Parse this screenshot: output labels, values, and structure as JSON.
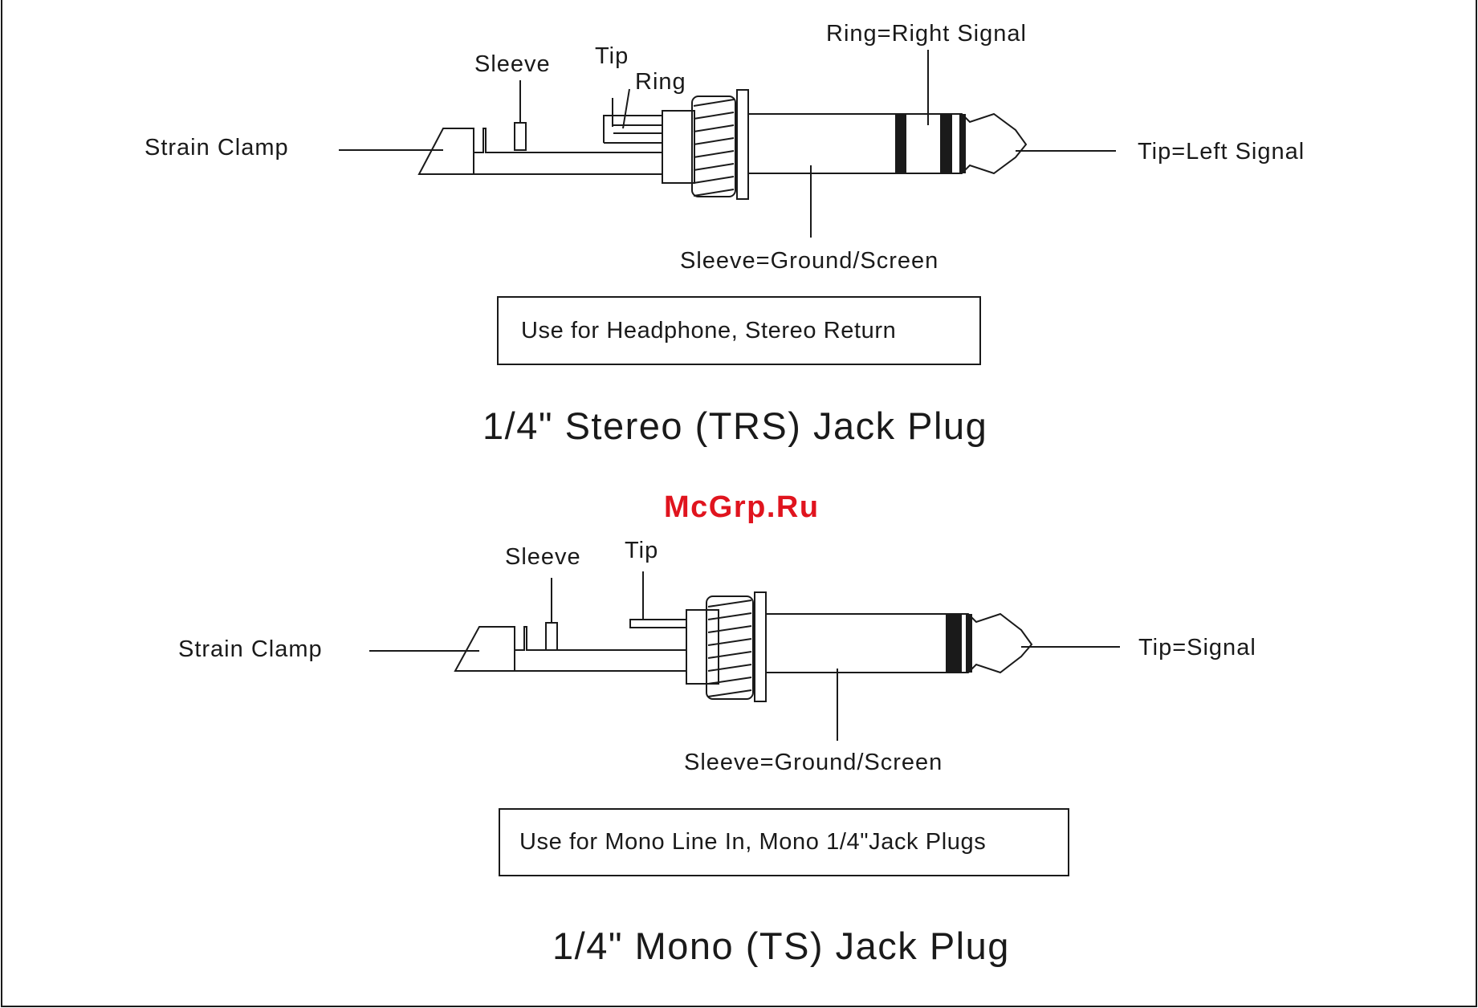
{
  "watermark": "McGrp.Ru",
  "stereo": {
    "labels": {
      "strain_clamp": "Strain Clamp",
      "sleeve": "Sleeve",
      "tip": "Tip",
      "ring": "Ring",
      "ring_right": "Ring=Right Signal",
      "tip_left": "Tip=Left Signal",
      "sleeve_ground": "Sleeve=Ground/Screen"
    },
    "use_for": "Use for  Headphone, Stereo Return",
    "title": "1/4\" Stereo (TRS) Jack Plug"
  },
  "mono": {
    "labels": {
      "strain_clamp": "Strain Clamp",
      "sleeve": "Sleeve",
      "tip": "Tip",
      "tip_signal": "Tip=Signal",
      "sleeve_ground": "Sleeve=Ground/Screen"
    },
    "use_for": "Use for Mono Line In, Mono 1/4\"Jack Plugs",
    "title": "1/4\" Mono (TS) Jack Plug"
  }
}
